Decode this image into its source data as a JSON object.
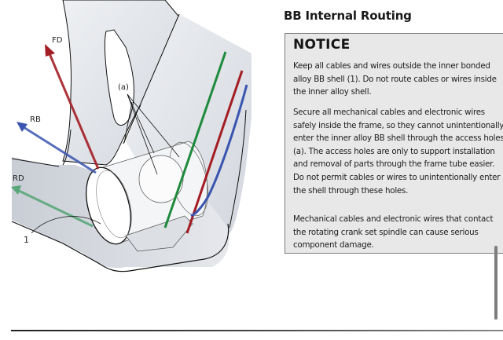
{
  "document": {
    "section_title": "BB Internal Routing",
    "notice": {
      "title": "NOTICE",
      "paragraphs": [
        "Keep all cables and wires outside the inner bonded alloy BB shell (1).  Do not route cables or wires inside the inner alloy shell.",
        "Secure all mechanical cables and electronic wires safely inside the frame, so they cannot unintentionally enter the inner alloy BB shell through the access holes (a). The access holes are only to support installation and removal of parts through the frame tube easier. Do not permit cables or wires to unintentionally enter the shell through these holes.",
        "Mechanical cables and electronic wires  that contact the rotating crank set spindle can cause serious component damage."
      ]
    }
  },
  "diagram": {
    "labels": {
      "fd": "FD",
      "rb": "RB",
      "rd": "RD",
      "access_holes": "(a)",
      "bb_shell": "1"
    },
    "colors": {
      "fd_cable": "#a31d24",
      "rb_cable": "#3a55b0",
      "rd_cable": "#5aa77a",
      "green_cable": "#1f8a3c",
      "red_cable": "#a31d24",
      "blue_cable": "#3a55b0",
      "frame_fill": "#dde0e6",
      "outline": "#111111"
    }
  }
}
